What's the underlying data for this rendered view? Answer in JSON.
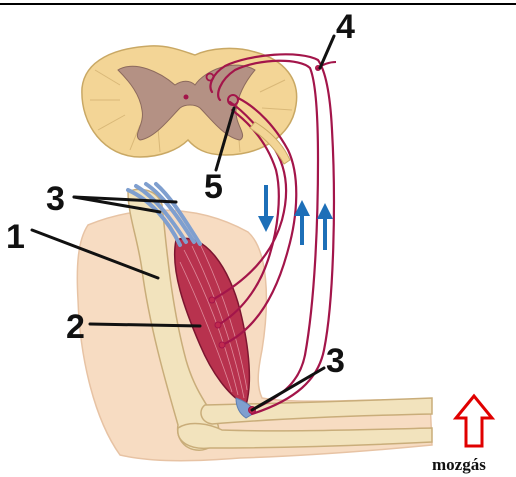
{
  "labels": {
    "one": "1",
    "two": "2",
    "three_top": "3",
    "three_bottom": "3",
    "four": "4",
    "five": "5"
  },
  "caption": "mozgás",
  "colors": {
    "nerve": "#a3154a",
    "muscle": "#b8324e",
    "tendon": "#7f9fcf",
    "bone": "#f2e3bd",
    "skin": "#f7dcc2",
    "spinal_grey": "#b49184",
    "spinal_white": "#f3d596",
    "signal_arrow": "#1d6fb8",
    "movement_arrow": "#e00000"
  }
}
